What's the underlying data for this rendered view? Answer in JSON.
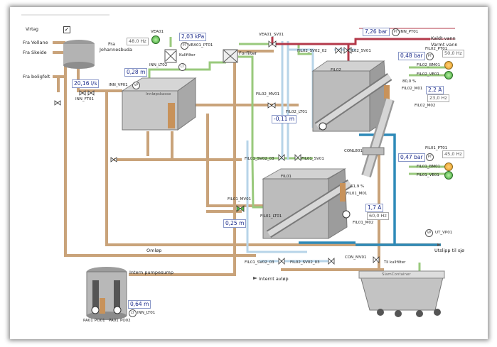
{
  "top": {
    "virtag_label": "Virtag",
    "virtag_checked": "✓"
  },
  "sources": {
    "fra_vollane": "Fra Vollane",
    "fra_skeide": "Fra Skeide",
    "fra_boligfelt": "Fra boligfelt",
    "fra_johannesbuda": "Fra\nJohannesbuda",
    "fra_johannesbuda_1": "Fra",
    "fra_johannesbuda_2": "Johannesbuda"
  },
  "vea01": {
    "tag": "VEA01",
    "hz": "48.0 Hz",
    "pressure": "2,03 kPa",
    "pt_tag": "VEA01_PT01",
    "kullfilter": "Kullfilter",
    "lt_tag": "INN_LT02"
  },
  "inn": {
    "level": "0,28 m",
    "flow": "20,16 l/s",
    "ft_tag": "INN_FT01",
    "vp_tag": "INN_VP01",
    "tank_label": "Innløpskasse"
  },
  "forfilter": {
    "label": "Forfilter",
    "vent_tag": "VEA01_SV01",
    "pressure": "7,26 bar",
    "pt_tag": "INN_PT01"
  },
  "right_labels": {
    "kaldt_vann": "Kaldt vann",
    "varmt_vann": "Varmt vann",
    "utslipp": "Utslipp til sjø",
    "til_kullfilter": "Til kullfilter",
    "ut_vp": "UT_VP01",
    "intern_avlop": "Internt avløp",
    "onlop": "Omløp",
    "intern_pumpesump": "Intern pumpesump"
  },
  "fil02": {
    "name": "FIL02",
    "sv01": "FIL02_SV01",
    "sv02_02": "FIL02_SV02_02",
    "pt01": "FIL02_PT01",
    "pressure": "0,48 bar",
    "hz": "50,0 Hz",
    "pump_tag": "FIL02_BM01",
    "valve_tag": "FIL02_VE01",
    "percent": "80,0 %",
    "current": "2,2 A",
    "motor_hz": "23,0 Hz",
    "m02_tag": "FIL02_M02",
    "m01_tag": "FIL02_M01",
    "level": "-0,11 m",
    "lt01": "FIL02_LT01",
    "mv01": "FIL02_MV01"
  },
  "fil01": {
    "name": "FIL01",
    "sv02_03": "FIL01_SV02_03",
    "sv01": "FIL01_SV01",
    "pt01": "FIL01_PT01",
    "pressure": "0,47 bar",
    "hz": "45,0 Hz",
    "pump_tag": "FIL01_BM01",
    "valve_tag": "FIL01_VE01",
    "percent": "61,9 %",
    "current": "1,7 A",
    "motor_hz": "60,0 Hz",
    "m02_tag": "FIL01_M02",
    "m01_tag": "FIL01_M01",
    "level": "0,25 m",
    "lt01": "FIL01_LT01",
    "mv01": "FIL01_MV01",
    "conlt01": "CONL801",
    "sv02_0a": "FIL01_SV02_03",
    "sv02_03b": "FIL01_SV02_03"
  },
  "bottom": {
    "sv02_03_left": "FIL01_SV02_03",
    "sv02_03_right": "FIL02_SV02_03",
    "con_mv01": "CON_MV01",
    "container_label": "SlamContainer"
  },
  "pump": {
    "level": "0,64 m",
    "lt_tag": "INN_LT01",
    "p1": "PA01",
    "p2": "PO01",
    "p3": "PA01",
    "p4": "PO02"
  },
  "colors": {
    "pipe_brown": "#c9a37a",
    "pipe_green": "#99c97c",
    "pipe_lightblue": "#b7d4e8",
    "pipe_blue": "#2e8ab8",
    "pipe_red": "#b3394a"
  }
}
